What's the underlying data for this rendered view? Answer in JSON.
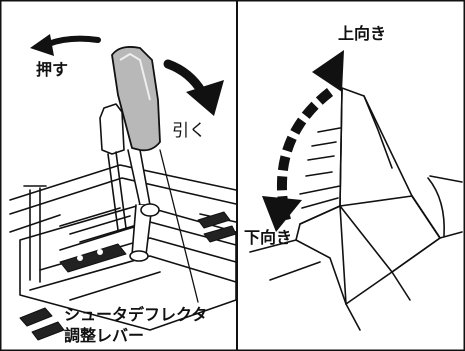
{
  "labels": {
    "push": "押す",
    "pull": "引く",
    "up": "上向き",
    "down": "下向き",
    "lever_line1": "シュータデフレクタ",
    "lever_line2": "調整レバー"
  },
  "colors": {
    "ink": "#111111",
    "lever_knob": "#b8b8b8",
    "background": "#ffffff"
  }
}
